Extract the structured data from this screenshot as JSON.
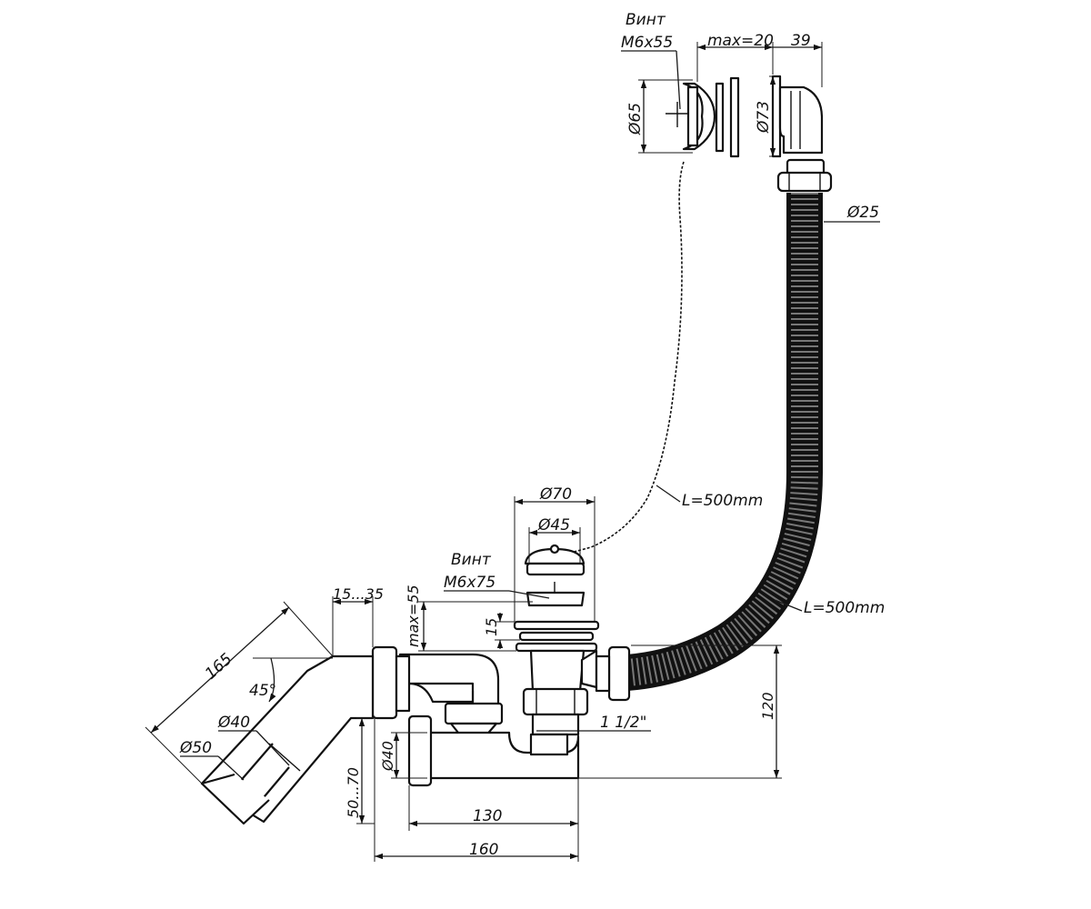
{
  "labels": {
    "screw_top_title": "Винт",
    "screw_top_size": "M6x55",
    "max20": "max=20",
    "d39": "39",
    "d65": "Ø65",
    "d73": "Ø73",
    "d25": "Ø25",
    "chain_length": "L=500mm",
    "hose_length": "L=500mm",
    "d70": "Ø70",
    "d45": "Ø45",
    "screw_bottom_title": "Винт",
    "screw_bottom_size": "M6x75",
    "max55": "max=55",
    "d15": "15",
    "d15_35": "15...35",
    "d165": "165",
    "angle45": "45°",
    "d40_outlet": "Ø40",
    "d50": "Ø50",
    "d40_trap": "Ø40",
    "thread": "1 1/2\"",
    "d120": "120",
    "d50_70": "50...70",
    "d130": "130",
    "d160": "160"
  }
}
